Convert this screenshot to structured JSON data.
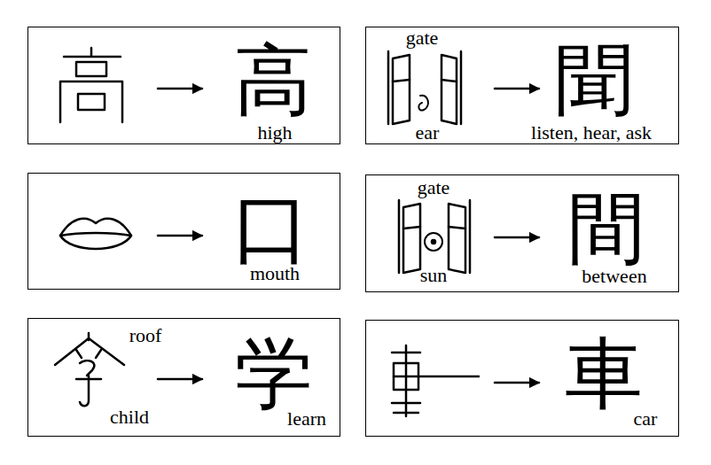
{
  "diagram": {
    "nodes": [
      {
        "text": [
          "高",
          "high"
        ]
      },
      {
        "text": [
          "gate",
          "ear",
          "聞",
          "listen, hear, ask"
        ]
      },
      {
        "text": [
          "口",
          "mouth"
        ]
      },
      {
        "text": [
          "gate",
          "sun",
          "間",
          "between"
        ]
      },
      {
        "text": [
          "roof",
          "child",
          "学",
          "learn"
        ]
      },
      {
        "text": [
          "車",
          "car"
        ]
      }
    ]
  }
}
